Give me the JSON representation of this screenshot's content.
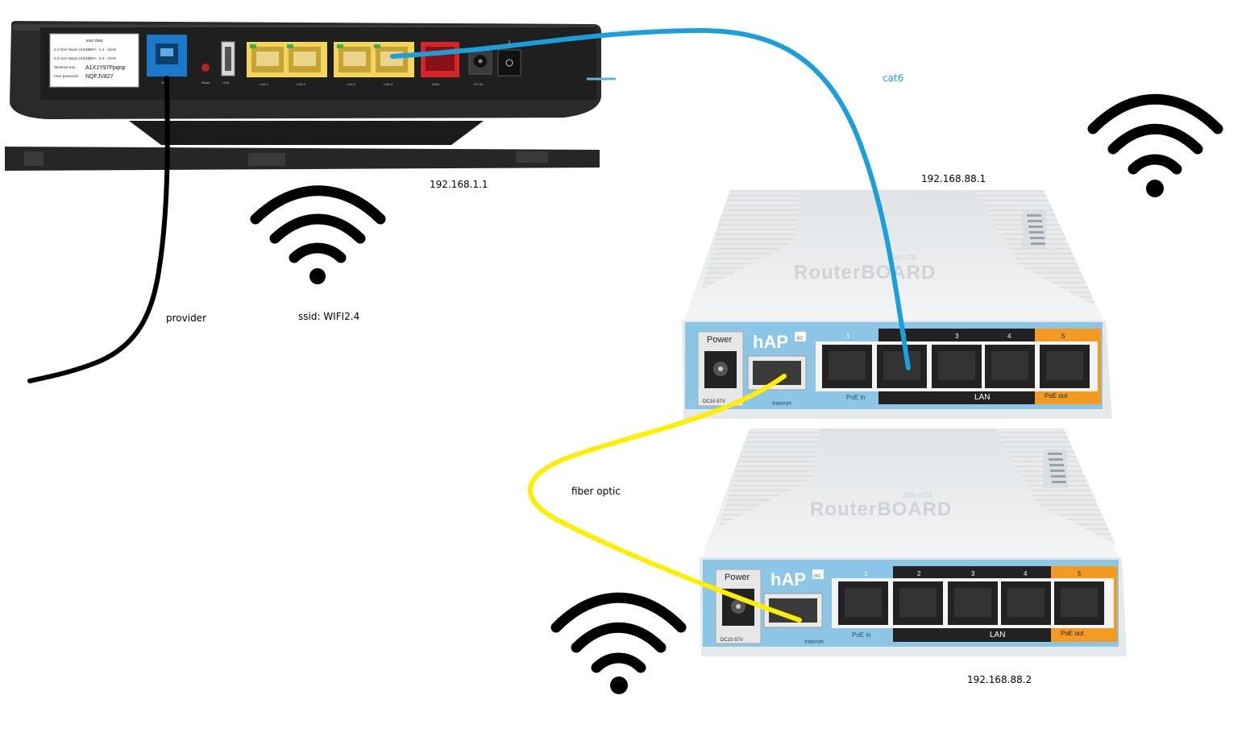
{
  "colors": {
    "cat6_cable": "#1a9fdc",
    "fiber_cable": "#ffee00",
    "provider_cable": "#000000",
    "router_body": "#232323",
    "hap_body": "#e9ecef",
    "hap_panel": "#8cc6e6",
    "poe_out": "#f39a23",
    "lan_port_yellow": "#f3d45c",
    "wan_port_red": "#d6252a",
    "dsl_port_blue": "#1c78c8"
  },
  "labels": {
    "router_ip": "192.168.1.1",
    "hap1_ip": "192.168.88.1",
    "hap2_ip": "192.168.88.2",
    "cat6": "cat6",
    "provider": "provider",
    "ssid": "ssid: WIFI2.4",
    "fiber": "fiber optic"
  },
  "isp_router": {
    "sticker": {
      "title": "user data",
      "rows": [
        {
          "key": "2.4 GHz Name (SSID)",
          "value": "WiFi - 2.4 - 10A8"
        },
        {
          "key": "5.0 GHz Name (SSID)",
          "value": "WiFi - 5.0 - 10A8"
        },
        {
          "key": "Wireless Key",
          "value": "A1X1Y97Fpqnp"
        },
        {
          "key": "User password",
          "value": "NQFJV827"
        }
      ]
    },
    "ports": {
      "dsl": "DSL",
      "reset": "Reset",
      "usb": "USB",
      "lan1": "LAN 1",
      "lan2": "LAN 2",
      "lan3": "LAN 3",
      "lan4": "LAN 4",
      "wan": "WAN",
      "power": "DC IN"
    }
  },
  "hap_devices": [
    {
      "brand": "MikroTik",
      "model_line": "RouterBOARD",
      "power": "Power",
      "logo": "hAP",
      "logo_badge": "ac",
      "dc": "DC10-57V",
      "internet": "Internet",
      "port_numbers": [
        "1",
        "2",
        "3",
        "4",
        "5"
      ],
      "poe_in": "PoE in",
      "lan": "LAN",
      "poe_out": "PoE out"
    },
    {
      "brand": "MikroTik",
      "model_line": "RouterBOARD",
      "power": "Power",
      "logo": "hAP",
      "logo_badge": "ac",
      "dc": "DC10-57V",
      "internet": "Internet",
      "port_numbers": [
        "1",
        "2",
        "3",
        "4",
        "5"
      ],
      "poe_in": "PoE in",
      "lan": "LAN",
      "poe_out": "PoE out"
    }
  ],
  "icons": [
    "wifi-icon",
    "wifi-icon",
    "wifi-icon"
  ]
}
